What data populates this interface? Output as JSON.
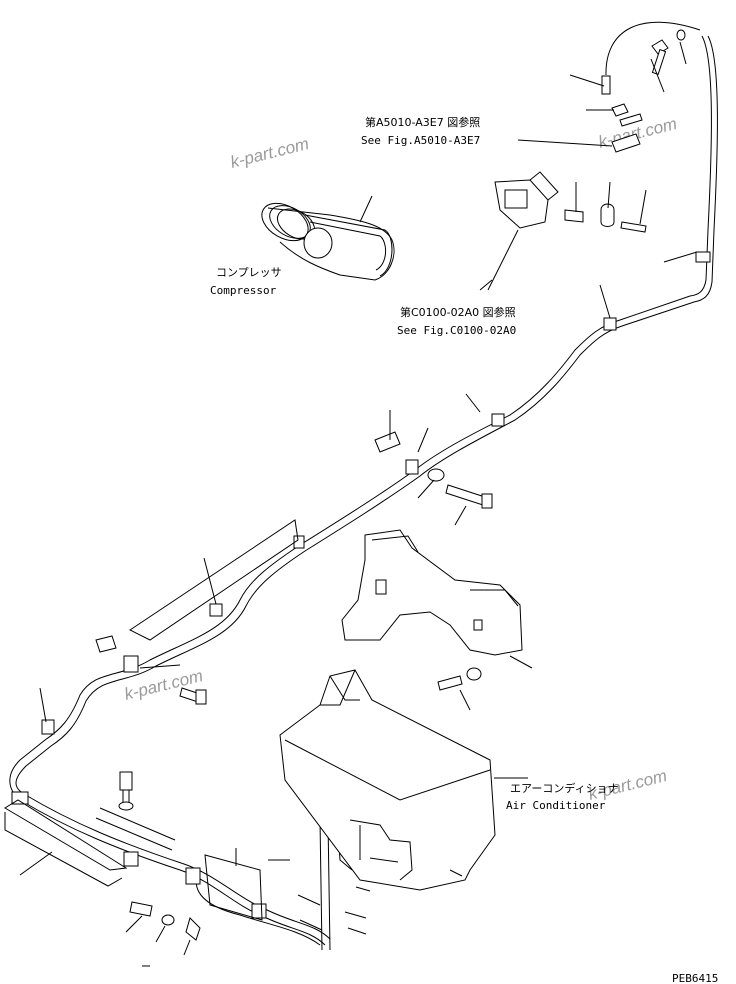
{
  "labels": {
    "ref_a_jp": "第A5010-A3E7 図参照",
    "ref_a_en": "See Fig.A5010-A3E7",
    "ref_c_jp": "第C0100-02A0 図参照",
    "ref_c_en": "See Fig.C0100-02A0",
    "compressor_jp": "コンプレッサ",
    "compressor_en": "Compressor",
    "aircon_jp": "エアーコンディショナ",
    "aircon_en": "Air Conditioner",
    "drawing_code": "PEB6415"
  },
  "watermark": "k-part.com"
}
